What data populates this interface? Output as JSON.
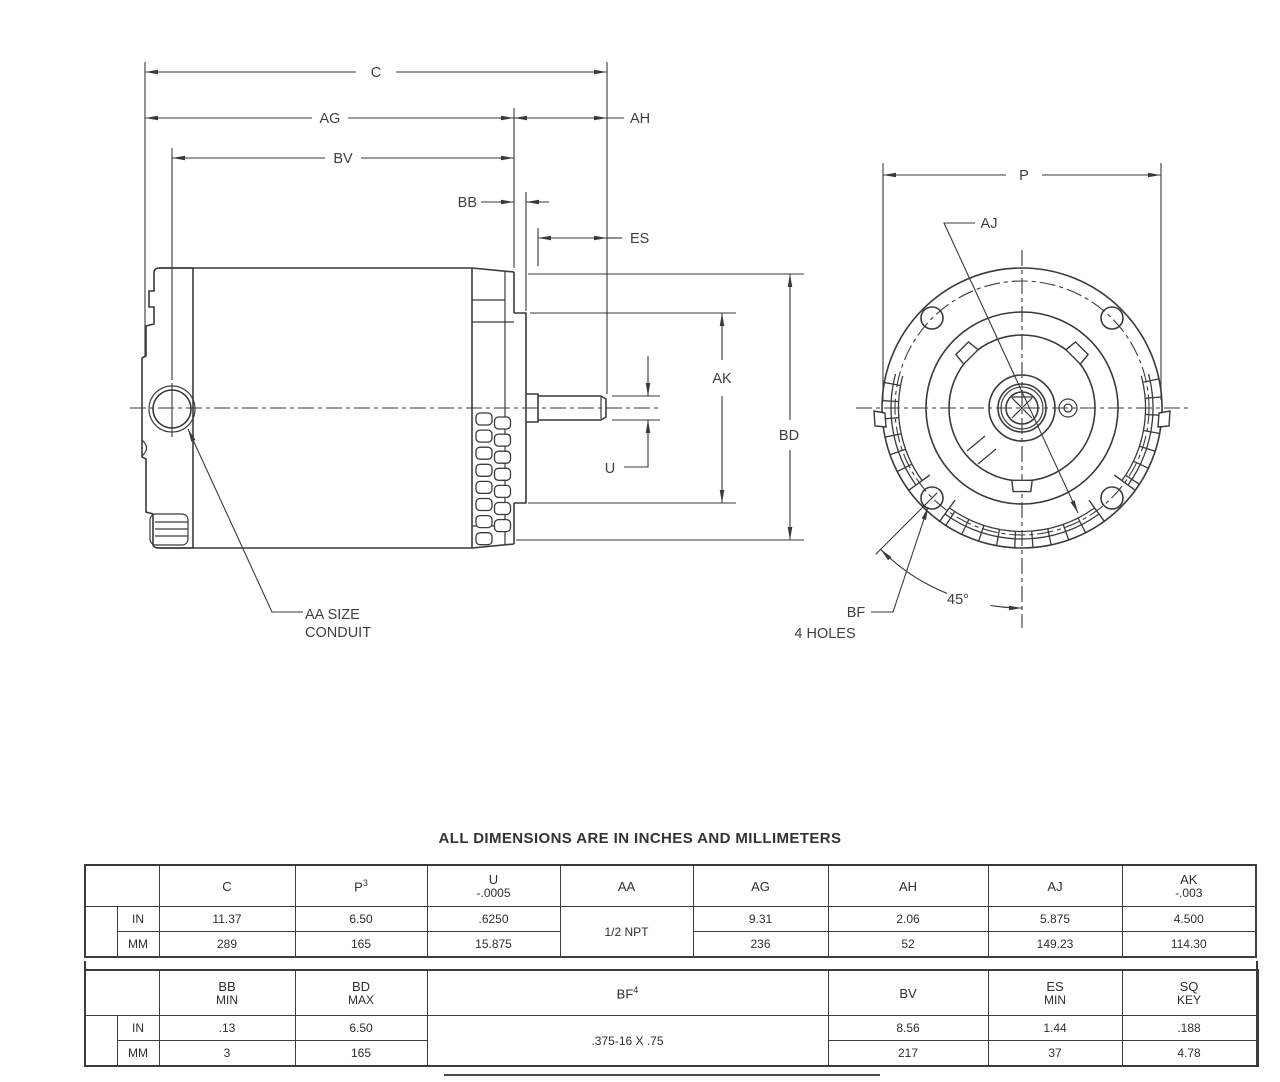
{
  "page": {
    "background": "#ffffff",
    "line_color": "#3a3a3a",
    "text_color": "#3c4043"
  },
  "drawing": {
    "side_view_labels": {
      "c": "C",
      "ag": "AG",
      "ah": "AH",
      "bv": "BV",
      "bb": "BB",
      "es": "ES",
      "ak": "AK",
      "bd": "BD",
      "u": "U"
    },
    "conduit_note": [
      "AA SIZE",
      "CONDUIT"
    ],
    "front_view_labels": {
      "p": "P",
      "aj": "AJ",
      "angle": "45°",
      "bf": "BF",
      "bf_note": "4 HOLES"
    }
  },
  "dimension_tables": {
    "title": "ALL DIMENSIONS ARE IN INCHES AND MILLIMETERS",
    "unit_row_labels": [
      "IN",
      "MM"
    ],
    "table1": {
      "columns": [
        {
          "head": "C",
          "in": "11.37",
          "mm": "289"
        },
        {
          "head": "P",
          "head_sup": "3",
          "in": "6.50",
          "mm": "165"
        },
        {
          "head": "U",
          "head_sub": "-.0005",
          "in": ".6250",
          "mm": "15.875"
        },
        {
          "head": "AA",
          "merged": "1/2 NPT"
        },
        {
          "head": "AG",
          "in": "9.31",
          "mm": "236"
        },
        {
          "head": "AH",
          "in": "2.06",
          "mm": "52"
        },
        {
          "head": "AJ",
          "in": "5.875",
          "mm": "149.23"
        },
        {
          "head": "AK",
          "head_sub": "-.003",
          "in": "4.500",
          "mm": "114.30"
        }
      ]
    },
    "table2": {
      "columns": [
        {
          "head": "BB",
          "head_sub": "MIN",
          "in": ".13",
          "mm": "3"
        },
        {
          "head": "BD",
          "head_sub": "MAX",
          "in": "6.50",
          "mm": "165"
        },
        {
          "head": "BF",
          "head_sup": "4",
          "merged": ".375-16 X .75",
          "colspan": 2
        },
        {
          "head": "BV",
          "in": "8.56",
          "mm": "217"
        },
        {
          "head": "ES",
          "head_sub": "MIN",
          "in": "1.44",
          "mm": "37"
        },
        {
          "head": "SQ",
          "head_sub": "KEY",
          "in": ".188",
          "mm": "4.78"
        },
        {
          "head": "",
          "in": "",
          "mm": ""
        }
      ]
    }
  }
}
